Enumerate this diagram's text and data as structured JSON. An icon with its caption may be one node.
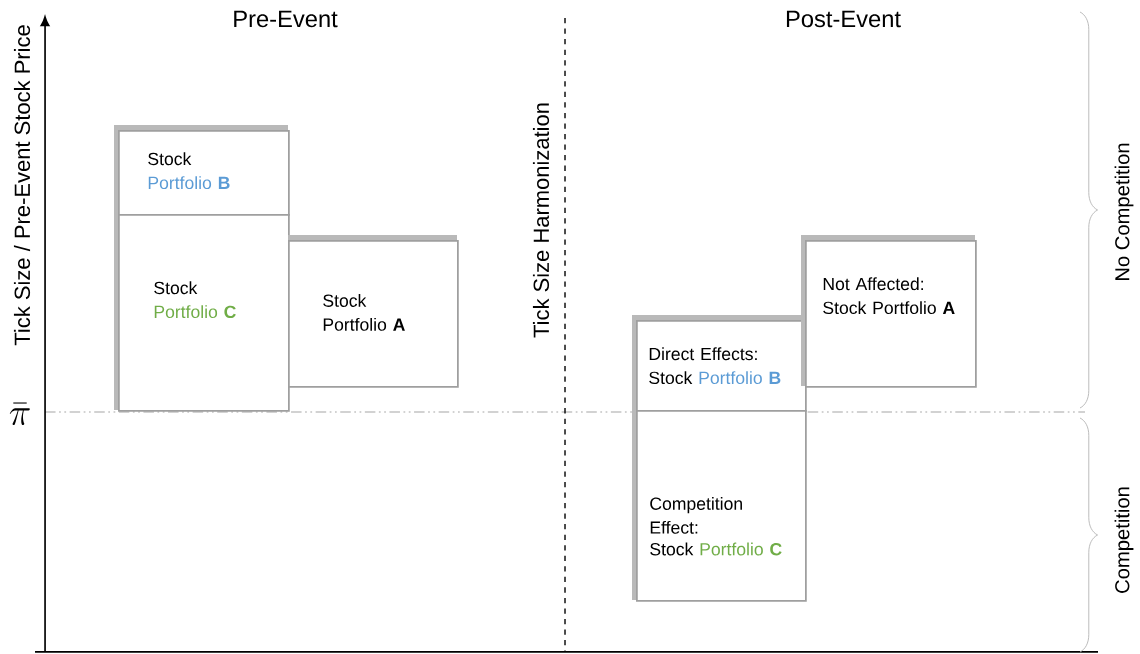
{
  "diagram": {
    "nodes": [
      {
        "text": [
          "Stock",
          "Portfolio **B**"
        ]
      },
      {
        "text": [
          "Stock",
          "Portfolio **C**"
        ]
      },
      {
        "text": [
          "Stock Portfolio **A**"
        ]
      },
      {
        "text": [
          "Direct Effects:",
          "Stock",
          "Portfolio **B**"
        ]
      },
      {
        "text": [
          "Competition Effect:",
          "Stock",
          "Portfolio **C**"
        ]
      },
      {
        "text": [
          "Not Affected:",
          "Stock Portfolio **A**"
        ]
      }
    ],
    "labels": [
      "Pre-Event",
      "Post-Event",
      "Tick Size / Pre-Event Stock Price",
      "Tick Size Harmonization",
      "No Competition",
      "\\bar{\\pi}",
      "Competition"
    ]
  }
}
